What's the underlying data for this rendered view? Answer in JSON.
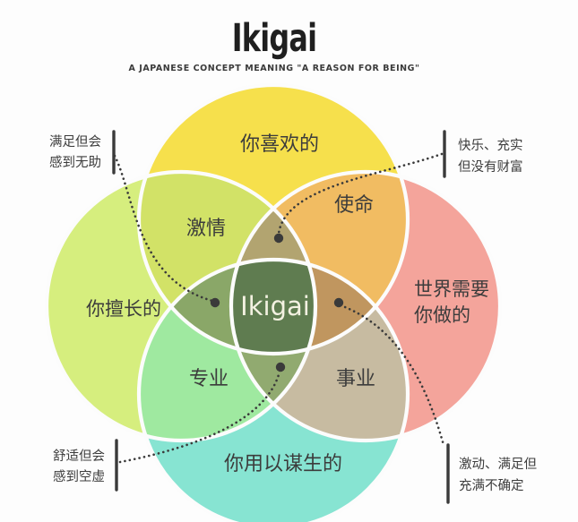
{
  "palette": {
    "background": "#fdfdfd",
    "heading_color": "#1f1f1f",
    "subtitle_color": "#3a3a3a",
    "label_color": "#3c3c3c",
    "line_color": "#3a3a3a",
    "circle_outline": "#fcfcfc"
  },
  "header": {
    "title": "Ikigai",
    "subtitle": "A JAPANESE CONCEPT MEANING \"A REASON FOR BEING\""
  },
  "venn": {
    "circles": {
      "top": {
        "label": "你喜欢的",
        "color": "#f6e04c"
      },
      "left": {
        "label": "你擅长的",
        "color": "#d6ee7e"
      },
      "right": {
        "label_line1": "世界需要",
        "label_line2": "你做的",
        "color": "#f4a49b"
      },
      "bottom": {
        "label": "你用以谋生的",
        "color": "#87e4d2"
      }
    },
    "overlaps": {
      "passion": {
        "label": "激情",
        "color": "#d2e267"
      },
      "mission": {
        "label": "使命",
        "color": "#f1bc62"
      },
      "profession": {
        "label": "专业",
        "color": "#9fe9a0"
      },
      "vocation": {
        "label": "事业",
        "color": "#c7bba1"
      }
    },
    "tri_overlaps": {
      "top": "#b2a470",
      "left": "#8aa768",
      "right": "#c0965f",
      "bottom": "#91aa70"
    },
    "center": {
      "label": "Ikigai",
      "color": "#5f7c50",
      "text_color": "#f3f1e1"
    }
  },
  "annotations": {
    "top_left": {
      "line1": "满足但会",
      "line2": "感到无助"
    },
    "top_right": {
      "line1": "快乐、充实",
      "line2": "但没有财富"
    },
    "bottom_left": {
      "line1": "舒适但会",
      "line2": "感到空虚"
    },
    "bottom_right": {
      "line1": "激动、满足但",
      "line2": "充满不确定"
    }
  }
}
